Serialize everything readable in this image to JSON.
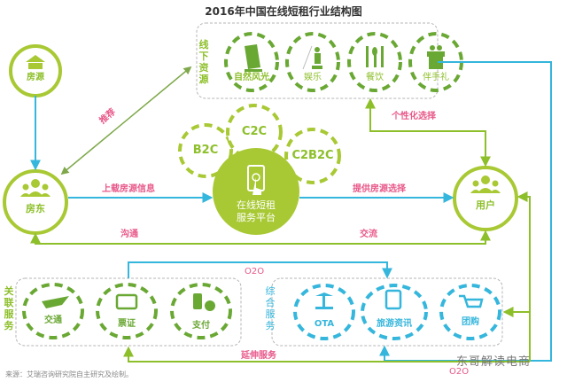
{
  "title": "2016年中国在线短租行业结构图",
  "colors": {
    "green": "#8dbf2a",
    "dark_green": "#6aa834",
    "blue": "#35b6dc",
    "pink": "#e8588a",
    "gray_dash": "#b5b5b5"
  },
  "nodes": {
    "fangyuan": {
      "label": "房源",
      "icon": "house-icon"
    },
    "fangdong": {
      "label": "房东",
      "icon": "people-icon"
    },
    "platform": {
      "line1": "在线短租",
      "line2": "服务平台",
      "icon": "phone-touch-icon"
    },
    "yonghu": {
      "label": "用户",
      "icon": "people-icon"
    }
  },
  "models": [
    "B2C",
    "C2C",
    "C2B2C"
  ],
  "offline_resources": {
    "group_label": "线下资源",
    "items": [
      {
        "label": "自然风光",
        "icon": "tower-icon"
      },
      {
        "label": "娱乐",
        "icon": "fishing-icon"
      },
      {
        "label": "餐饮",
        "icon": "cutlery-icon"
      },
      {
        "label": "伴手礼",
        "icon": "gift-icon"
      }
    ]
  },
  "related_services": {
    "group_label": "关联服务",
    "items": [
      {
        "label": "交通",
        "icon": "plane-icon"
      },
      {
        "label": "票证",
        "icon": "ticket-card-icon"
      },
      {
        "label": "支付",
        "icon": "coins-icon"
      }
    ]
  },
  "integrated_services": {
    "group_label": "综合服务",
    "items": [
      {
        "label": "OTA",
        "icon": "island-icon"
      },
      {
        "label": "旅游资讯",
        "icon": "travel-doc-icon"
      },
      {
        "label": "团购",
        "icon": "cart-icon"
      }
    ]
  },
  "edge_labels": {
    "recommend": "推荐",
    "upload": "上载房源信息",
    "provide": "提供房源选择",
    "personalize": "个性化选择",
    "communicate": "沟通",
    "exchange": "交流",
    "o2o_top": "O2O",
    "o2o_bottom": "O2O",
    "extend": "延伸服务"
  },
  "source": "来源：艾瑞咨询研究院自主研究及绘制。",
  "watermark": "东哥解读电商"
}
